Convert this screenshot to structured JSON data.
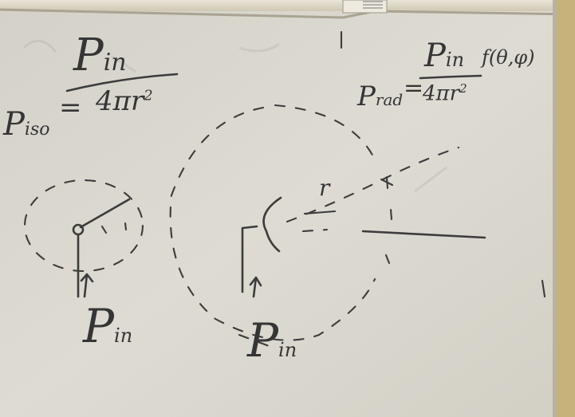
{
  "whiteboard": {
    "left_formula": {
      "lhs": "P",
      "lhs_sub": "iso",
      "equals": "=",
      "numerator": "P",
      "numerator_sub": "in",
      "denominator": "4πr",
      "denominator_sup": "2"
    },
    "right_formula": {
      "lhs": "P",
      "lhs_sub": "rad",
      "equals": "=",
      "numerator": "P",
      "numerator_sub": "in",
      "denominator": "4πr",
      "denominator_sup": "2",
      "factor": "f(θ,φ)"
    },
    "left_diagram": {
      "input_label": "P",
      "input_label_sub": "in"
    },
    "right_diagram": {
      "input_label": "P",
      "input_label_sub": "in",
      "radius_label": "r"
    }
  },
  "colors": {
    "board": "#dcd9d0",
    "frame": "#b8b09c",
    "ink": "#3c3c3c"
  }
}
